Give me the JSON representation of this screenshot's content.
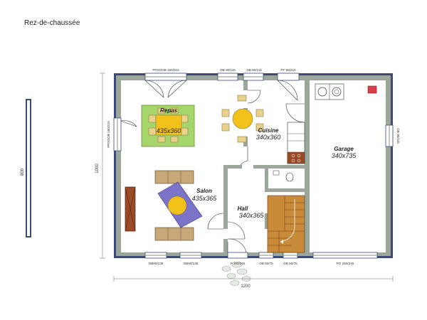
{
  "title": "Rez-de-chaussée",
  "dimensions": {
    "overall_width": "1200",
    "overall_depth": "1000",
    "side_block": "800"
  },
  "rooms": [
    {
      "name": "Repas",
      "size": "435x360"
    },
    {
      "name": "Cuisine",
      "size": "340x360"
    },
    {
      "name": "Garage",
      "size": "340x735"
    },
    {
      "name": "Salon",
      "size": "435x365"
    },
    {
      "name": "Hall",
      "size": "340x365"
    }
  ],
  "openings": {
    "top_1": "PFDOOB 160/215",
    "top_2": "OB 90/115",
    "top_3": "OB 90/115",
    "top_4": "PF 90/215",
    "left": "PFDOOB 160/215",
    "right": "OB 90/115",
    "bottom_1": "OB90/135",
    "bottom_2": "OB90/135",
    "bottom_3": "P 100/215",
    "bottom_4": "OB 50/75",
    "bottom_5": "OB 50/75",
    "bottom_6": "PG 250/215"
  },
  "colors": {
    "wall_outer": "#3b4a78",
    "wall_inner": "#9aa79a",
    "dining_rug": "#a6d66a",
    "living_rug": "#7b73c8",
    "table": "#f2c21a",
    "chair": "#e8d18a",
    "sofa": "#c8a878",
    "stair": "#c98a3a",
    "furniture_brown": "#9b4a26",
    "boiler": "#d8404a"
  }
}
